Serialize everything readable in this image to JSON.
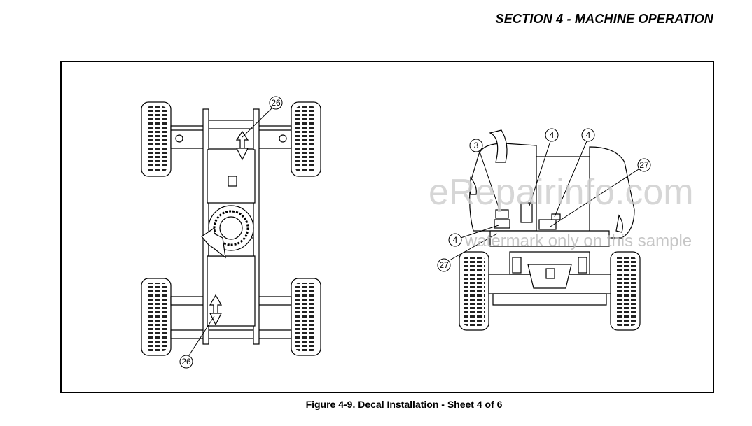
{
  "header": {
    "section_title": "SECTION 4 - MACHINE OPERATION"
  },
  "figure": {
    "caption": "Figure 4-9. Decal Installation - Sheet 4 of 6",
    "callouts": {
      "top_view_upper": "26",
      "top_view_lower": "26",
      "rear_3": "3",
      "rear_4_a": "4",
      "rear_4_b": "4",
      "rear_4_c": "4",
      "rear_27_right": "27",
      "rear_27_left": "27"
    }
  },
  "watermark": {
    "main": "eRepairinfo.com",
    "sub": "watermark only on this sample"
  }
}
